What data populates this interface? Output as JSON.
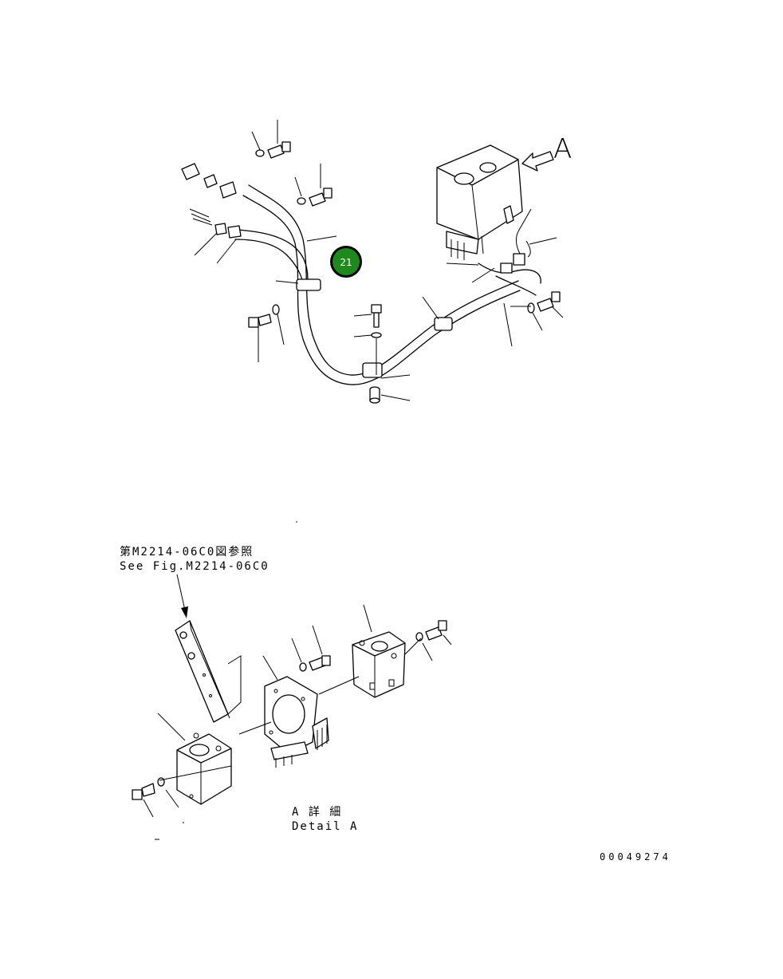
{
  "view_label": "A",
  "callout": {
    "number": "21",
    "color": "#1e8a1e",
    "ring_color": "#000000"
  },
  "reference": {
    "line_jp": "第M2214-06C0図参照",
    "line_en": "See Fig.M2214-06C0"
  },
  "detail": {
    "line_jp": "A 詳 細",
    "line_en": "Detail A"
  },
  "drawing_number": "00049274"
}
